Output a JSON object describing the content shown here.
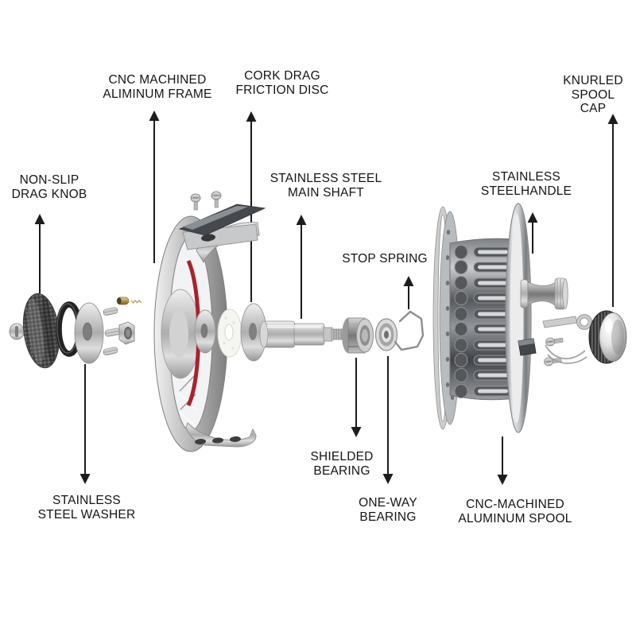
{
  "diagram": {
    "kind": "exploded-parts-diagram",
    "colors": {
      "background": "#ffffff",
      "label_text": "#141414",
      "leader_line": "#1c1c1c",
      "accent_red": "#a8232c",
      "metal_light": "#e8e8e8",
      "metal_dark": "#4a4d52",
      "brass": "#b4964b"
    },
    "labels": {
      "frame": {
        "text": "CNC MACHINED\nALIMINUM FRAME"
      },
      "cork": {
        "text": "CORK DRAG\nFRICTION DISC"
      },
      "cap": {
        "text": "KNURLED\nSPOOL CAP"
      },
      "knob": {
        "text": "NON-SLIP\nDRAG KNOB"
      },
      "shaft": {
        "text": "STAINLESS STEEL\nMAIN SHAFT"
      },
      "spring": {
        "text": "STOP SPRING"
      },
      "handle": {
        "text": "STAINLESS\nSTEELHANDLE"
      },
      "washer": {
        "text": "STAINLESS\nSTEEL WASHER"
      },
      "shielded": {
        "text": "SHIELDED\nBEARING"
      },
      "oneway": {
        "text": "ONE-WAY\nBEARING"
      },
      "spool": {
        "text": "CNC-MACHINED\nALUMINUM SPOOL"
      }
    }
  }
}
